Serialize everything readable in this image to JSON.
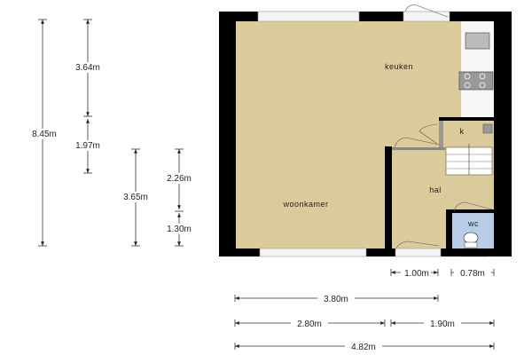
{
  "rooms": {
    "keuken": "keuken",
    "woonkamer": "woonkamer",
    "hal": "hal",
    "k": "k",
    "wc": "wc"
  },
  "dimensions_vertical": {
    "total_height": "8.45m",
    "keuken_depth": "3.64m",
    "middle_depth": "1.97m",
    "hal_depth": "3.65m",
    "hal_upper": "2.26m",
    "wc_depth": "1.30m"
  },
  "dimensions_horizontal": {
    "hal_width_inner": "1.00m",
    "wc_width": "0.78m",
    "living_to_hal": "3.80m",
    "woonkamer_width": "2.80m",
    "hal_width": "1.90m",
    "total_width": "4.82m"
  },
  "colors": {
    "floor": "#dccb9a",
    "wall": "#000000",
    "wc_floor": "#b9cde6",
    "kitchen_counter": "#f7f7f5"
  }
}
